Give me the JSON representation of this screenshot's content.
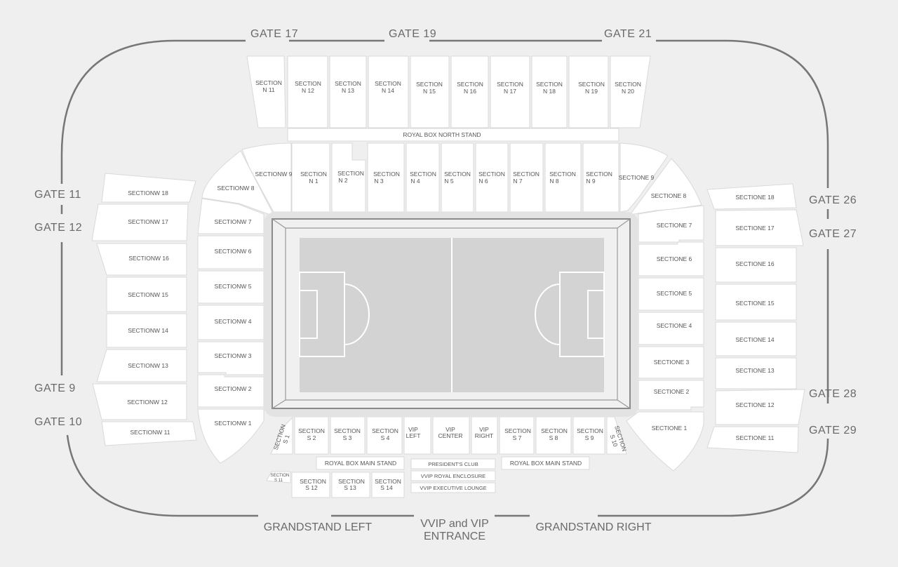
{
  "gates": {
    "g17": "GATE  17",
    "g19": "GATE  19",
    "g21": "GATE  21",
    "g11": "GATE  11",
    "g12": "GATE  12",
    "g9": "GATE  9",
    "g10": "GATE  10",
    "g26": "GATE  26",
    "g27": "GATE  27",
    "g28": "GATE  28",
    "g29": "GATE  29"
  },
  "entrances": {
    "grandstand_left": "GRANDSTAND LEFT",
    "grandstand_right": "GRANDSTAND RIGHT",
    "vvip_line1": "VVIP and VIP",
    "vvip_line2": "ENTRANCE"
  },
  "north_upper": [
    {
      "l1": "SECTION",
      "l2": "N 11"
    },
    {
      "l1": "SECTION",
      "l2": "N 12"
    },
    {
      "l1": "SECTION",
      "l2": "N 13"
    },
    {
      "l1": "SECTION",
      "l2": "N 14"
    },
    {
      "l1": "SECTION",
      "l2": "N 15"
    },
    {
      "l1": "SECTION",
      "l2": "N 16"
    },
    {
      "l1": "SECTION",
      "l2": "N 17"
    },
    {
      "l1": "SECTION",
      "l2": "N 18"
    },
    {
      "l1": "SECTION",
      "l2": "N 19"
    },
    {
      "l1": "SECTION",
      "l2": "N 20"
    }
  ],
  "royal_box_north": "ROYAL BOX NORTH STAND",
  "north_lower": [
    {
      "l1": "SECTION",
      "l2": "N 1"
    },
    {
      "l1": "SECTION",
      "l2": "N 2"
    },
    {
      "l1": "SECTION",
      "l2": "N 3"
    },
    {
      "l1": "SECTION",
      "l2": "N 4"
    },
    {
      "l1": "SECTION",
      "l2": "N 5"
    },
    {
      "l1": "SECTION",
      "l2": "N 6"
    },
    {
      "l1": "SECTION",
      "l2": "N 7"
    },
    {
      "l1": "SECTION",
      "l2": "N 8"
    },
    {
      "l1": "SECTION",
      "l2": "N 9"
    }
  ],
  "corners": {
    "w9": "SECTIONW 9",
    "w8": "SECTIONW 8",
    "e9": "SECTIONE 9",
    "e8": "SECTIONE 8"
  },
  "west_lower": [
    "SECTIONW 7",
    "SECTIONW 6",
    "SECTIONW 5",
    "SECTIONW 4",
    "SECTIONW 3",
    "SECTIONW 2",
    "SECTIONW 1"
  ],
  "west_upper": [
    "SECTIONW 18",
    "SECTIONW 17",
    "SECTIONW 16",
    "SECTIONW 15",
    "SECTIONW 14",
    "SECTIONW 13",
    "SECTIONW 12",
    "SECTIONW 11"
  ],
  "east_lower": [
    "SECTIONE 7",
    "SECTIONE 6",
    "SECTIONE 5",
    "SECTIONE 4",
    "SECTIONE 3",
    "SECTIONE 2",
    "SECTIONE 1"
  ],
  "east_upper": [
    "SECTIONE 18",
    "SECTIONE 17",
    "SECTIONE 16",
    "SECTIONE 15",
    "SECTIONE 14",
    "SECTIONE 13",
    "SECTIONE 12",
    "SECTIONE 11"
  ],
  "south_lower": [
    {
      "l1": "SECTION",
      "l2": "S 1"
    },
    {
      "l1": "SECTION",
      "l2": "S 2"
    },
    {
      "l1": "SECTION",
      "l2": "S 3"
    },
    {
      "l1": "SECTION",
      "l2": "S 4"
    },
    {
      "l1": "VIP",
      "l2": "LEFT"
    },
    {
      "l1": "VIP",
      "l2": "CENTER"
    },
    {
      "l1": "VIP",
      "l2": "RIGHT"
    },
    {
      "l1": "SECTION",
      "l2": "S 7"
    },
    {
      "l1": "SECTION",
      "l2": "S 8"
    },
    {
      "l1": "SECTION",
      "l2": "S 9"
    },
    {
      "l1": "SECTION",
      "l2": "S 10"
    }
  ],
  "royal_box_main_left": "ROYAL BOX MAIN STAND",
  "royal_box_main_right": "ROYAL BOX MAIN STAND",
  "presidents_club": "PRESIDENT'S CLUB",
  "vvip_royal": "VVIP ROYAL ENCLOSURE",
  "vvip_exec": "VVIP EXECUTIVE LOUNGE",
  "south_upper": [
    {
      "l1": "SECTION",
      "l2": "S 11"
    },
    {
      "l1": "SECTION",
      "l2": "S 12"
    },
    {
      "l1": "SECTION",
      "l2": "S 13"
    },
    {
      "l1": "SECTION",
      "l2": "S 14"
    }
  ],
  "colors": {
    "background": "#efefef",
    "seat": "#ffffff",
    "pitch": "#d3d3d3",
    "ring": "#777777"
  }
}
